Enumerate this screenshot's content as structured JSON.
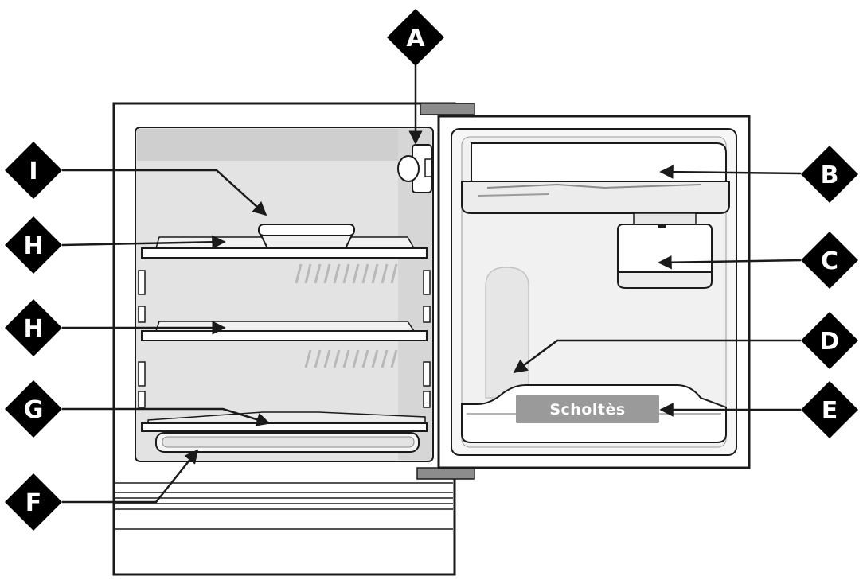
{
  "diagram": {
    "brand_label": "Scholtès",
    "colors": {
      "outline": "#1a1a1a",
      "interior_fill": "#e3e3e3",
      "interior_back": "#cfcfcf",
      "shelf_fill": "#f2f2f2",
      "marker_fill": "#000000",
      "marker_text": "#ffffff",
      "hinge_fill": "#8c8c8c",
      "badge_fill": "#9a9a9a"
    },
    "markers": [
      {
        "id": "A",
        "label": "A"
      },
      {
        "id": "B",
        "label": "B"
      },
      {
        "id": "C",
        "label": "C"
      },
      {
        "id": "D",
        "label": "D"
      },
      {
        "id": "E",
        "label": "E"
      },
      {
        "id": "F",
        "label": "F"
      },
      {
        "id": "G",
        "label": "G"
      },
      {
        "id": "H1",
        "label": "H"
      },
      {
        "id": "H2",
        "label": "H"
      },
      {
        "id": "I",
        "label": "I"
      }
    ]
  }
}
